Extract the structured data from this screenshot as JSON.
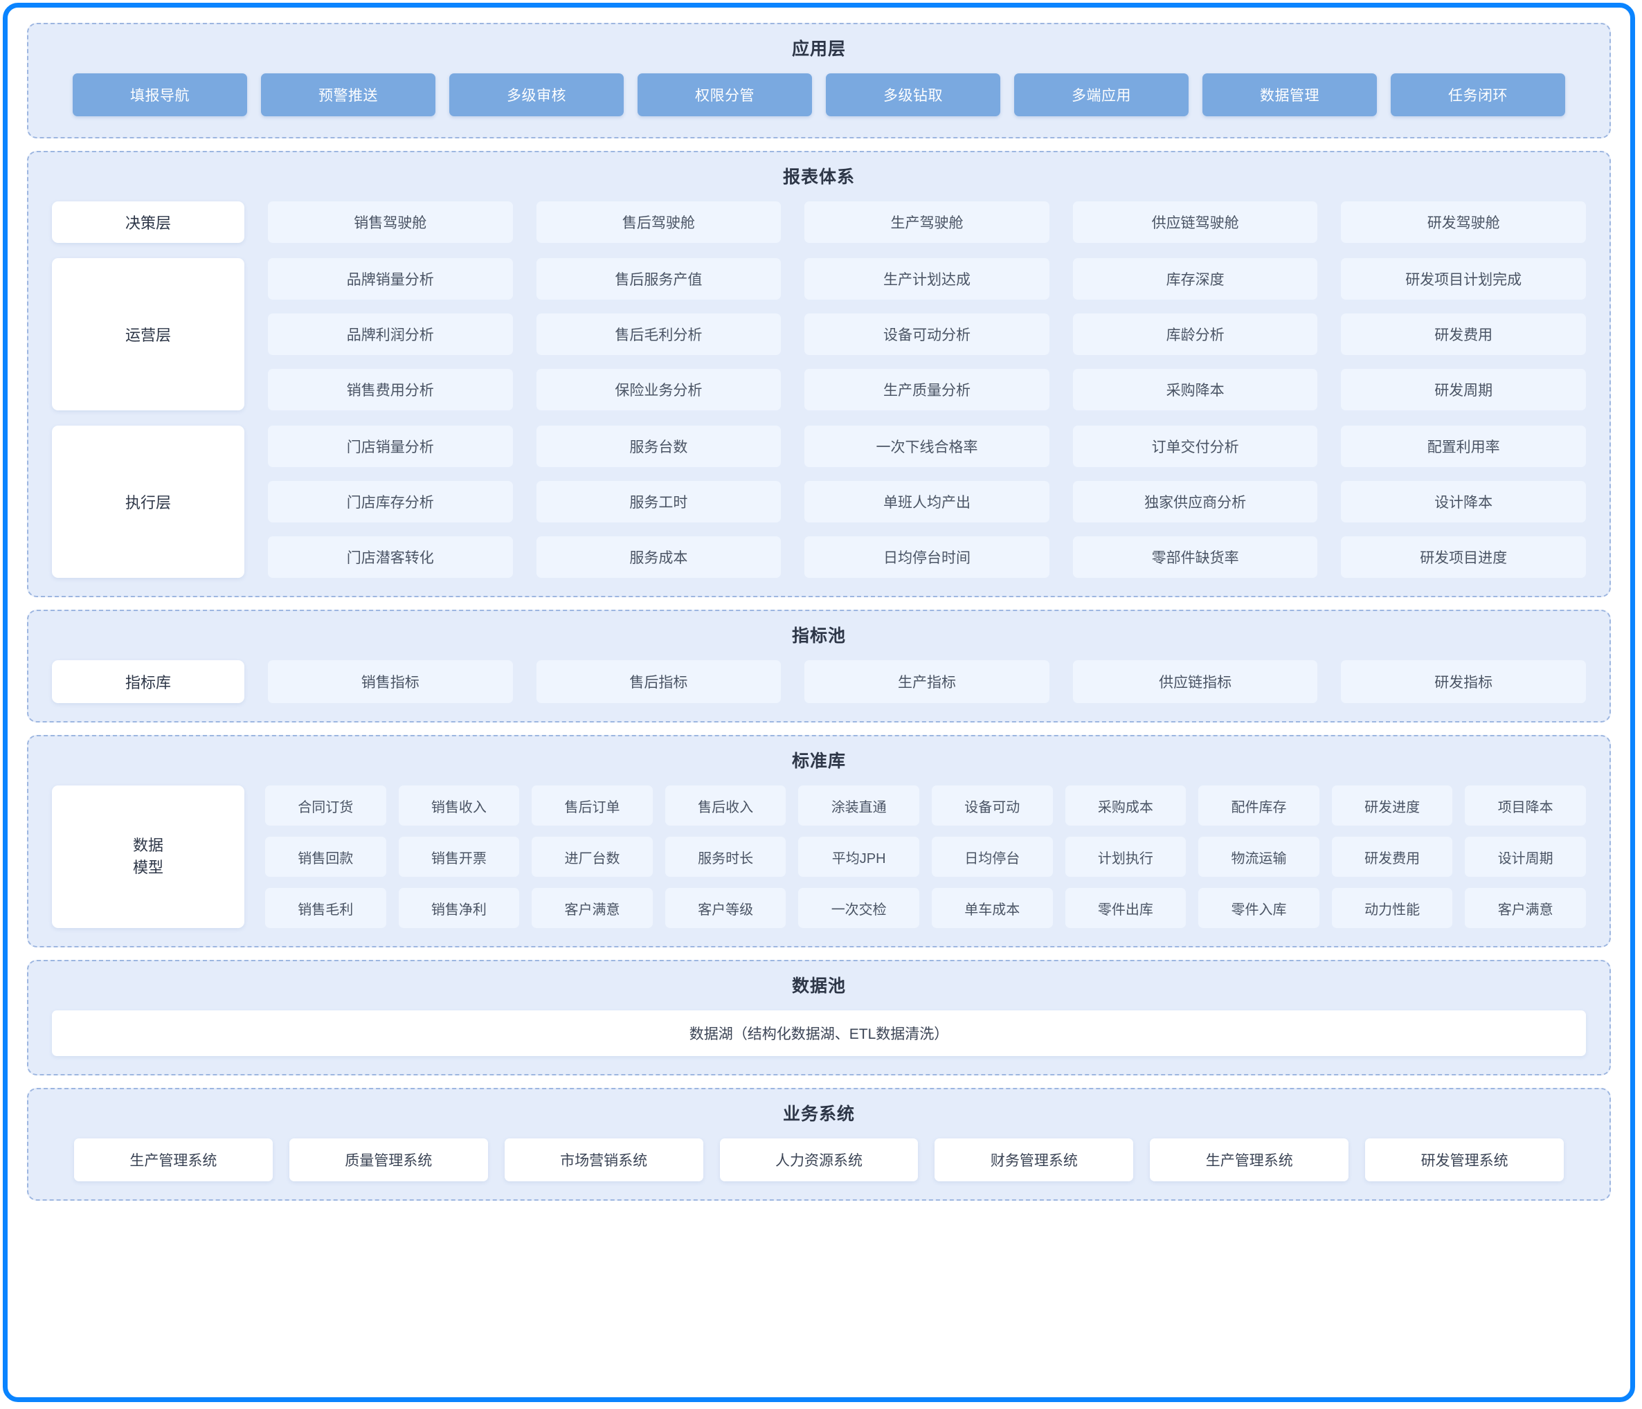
{
  "frame": {
    "accent_color": "#0a84ff"
  },
  "sections": {
    "app_layer": {
      "title": "应用层",
      "chips": [
        "填报导航",
        "预警推送",
        "多级审核",
        "权限分管",
        "多级钻取",
        "多端应用",
        "数据管理",
        "任务闭环"
      ]
    },
    "report_system": {
      "title": "报表体系",
      "blocks": [
        {
          "label": "决策层",
          "cells": [
            "销售驾驶舱",
            "售后驾驶舱",
            "生产驾驶舱",
            "供应链驾驶舱",
            "研发驾驶舱"
          ]
        },
        {
          "label": "运营层",
          "cells": [
            "品牌销量分析",
            "售后服务产值",
            "生产计划达成",
            "库存深度",
            "研发项目计划完成",
            "品牌利润分析",
            "售后毛利分析",
            "设备可动分析",
            "库龄分析",
            "研发费用",
            "销售费用分析",
            "保险业务分析",
            "生产质量分析",
            "采购降本",
            "研发周期"
          ]
        },
        {
          "label": "执行层",
          "cells": [
            "门店销量分析",
            "服务台数",
            "一次下线合格率",
            "订单交付分析",
            "配置利用率",
            "门店库存分析",
            "服务工时",
            "单班人均产出",
            "独家供应商分析",
            "设计降本",
            "门店潜客转化",
            "服务成本",
            "日均停台时间",
            "零部件缺货率",
            "研发项目进度"
          ]
        }
      ]
    },
    "indicator_pool": {
      "title": "指标池",
      "label": "指标库",
      "cells": [
        "销售指标",
        "售后指标",
        "生产指标",
        "供应链指标",
        "研发指标"
      ]
    },
    "standard_library": {
      "title": "标准库",
      "label_line1": "数据",
      "label_line2": "模型",
      "cells": [
        "合同订货",
        "销售收入",
        "售后订单",
        "售后收入",
        "涂装直通",
        "设备可动",
        "采购成本",
        "配件库存",
        "研发进度",
        "项目降本",
        "销售回款",
        "销售开票",
        "进厂台数",
        "服务时长",
        "平均JPH",
        "日均停台",
        "计划执行",
        "物流运输",
        "研发费用",
        "设计周期",
        "销售毛利",
        "销售净利",
        "客户满意",
        "客户等级",
        "一次交检",
        "单车成本",
        "零件出库",
        "零件入库",
        "动力性能",
        "客户满意"
      ]
    },
    "data_pool": {
      "title": "数据池",
      "lake_label": "数据湖（结构化数据湖、ETL数据清洗）"
    },
    "business_systems": {
      "title": "业务系统",
      "chips": [
        "生产管理系统",
        "质量管理系统",
        "市场营销系统",
        "人力资源系统",
        "财务管理系统",
        "生产管理系统",
        "研发管理系统"
      ]
    }
  }
}
